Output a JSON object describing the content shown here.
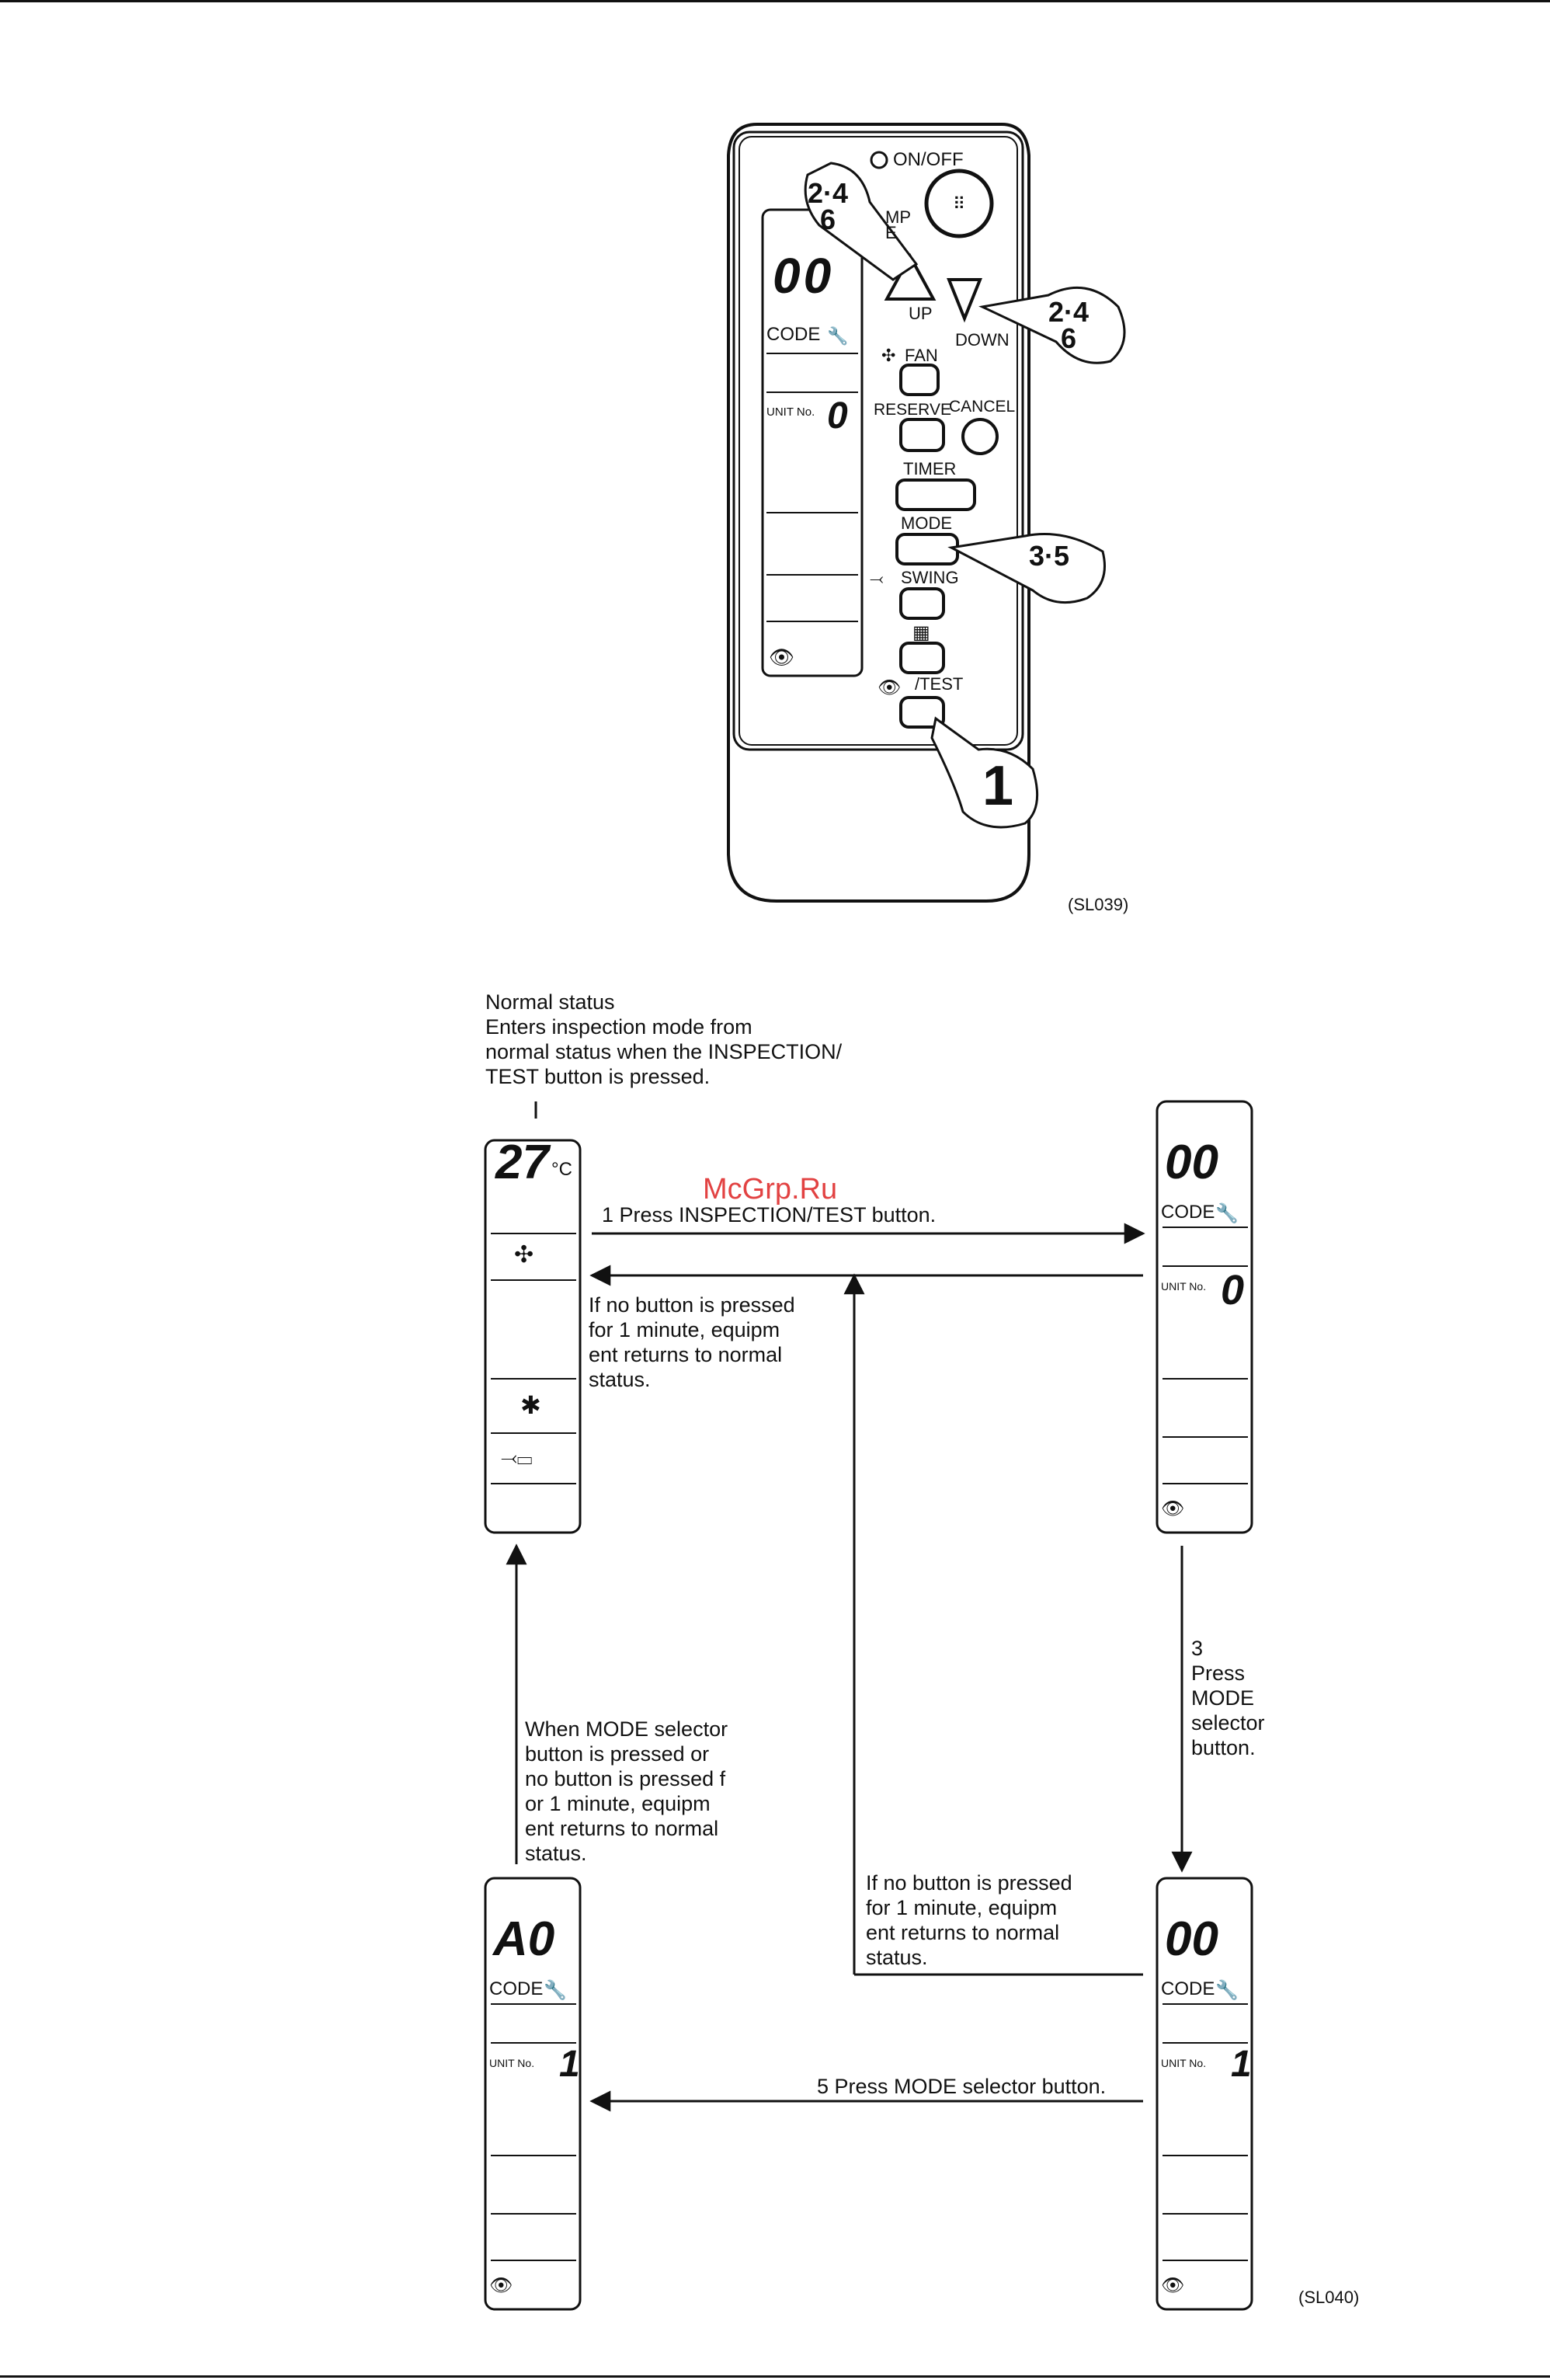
{
  "remote": {
    "power_label": "ON/OFF",
    "temp_label_partial": "MP\nE",
    "up_label": "UP",
    "down_label": "DOWN",
    "fan_label": "FAN",
    "reserve_label": "RESERVE",
    "cancel_label": "CANCEL",
    "timer_label": "TIMER",
    "mode_label": "MODE",
    "swing_label": "SWING",
    "test_label": "/TEST",
    "lcd_code_digits": "00",
    "lcd_code_label": "CODE",
    "lcd_unit_label": "UNIT No.",
    "lcd_unit_digit": "0",
    "step_up": "2·4\n6",
    "step_down": "2·4\n6",
    "step_mode": "3·5",
    "step_test": "1",
    "figure_id": "(SL039)"
  },
  "flow": {
    "normal_status_text": "Normal status\nEnters inspection mode from\nnormal status when the INSPECTION/\nTEST button is pressed.",
    "step1_text": "1  Press INSPECTION/TEST button.",
    "return1_text": "If no button is pressed\nfor 1 minute, equipm\nent returns to normal\nstatus.",
    "step3_text": "3\nPress\nMODE\nselector\nbutton.",
    "mode_return_text": "When MODE selector\nbutton is pressed or\nno button is pressed f\nor 1 minute, equipm\nent returns to normal\nstatus.",
    "return2_text": "If no button is pressed\nfor 1 minute, equipm\nent returns to normal\nstatus.",
    "step5_text": "5  Press MODE selector button.",
    "figure_id": "(SL040)",
    "watermark": "McGrp.Ru",
    "panel_normal": {
      "temp": "27",
      "unit": "°C"
    },
    "panel_inspect": {
      "code": "00",
      "code_label": "CODE",
      "unit_label": "UNIT No.",
      "unit": "0"
    },
    "panel_mode": {
      "code": "00",
      "code_label": "CODE",
      "unit_label": "UNIT No.",
      "unit": "1"
    },
    "panel_final": {
      "code": "A0",
      "code_label": "CODE",
      "unit_label": "UNIT No.",
      "unit": "1"
    }
  }
}
